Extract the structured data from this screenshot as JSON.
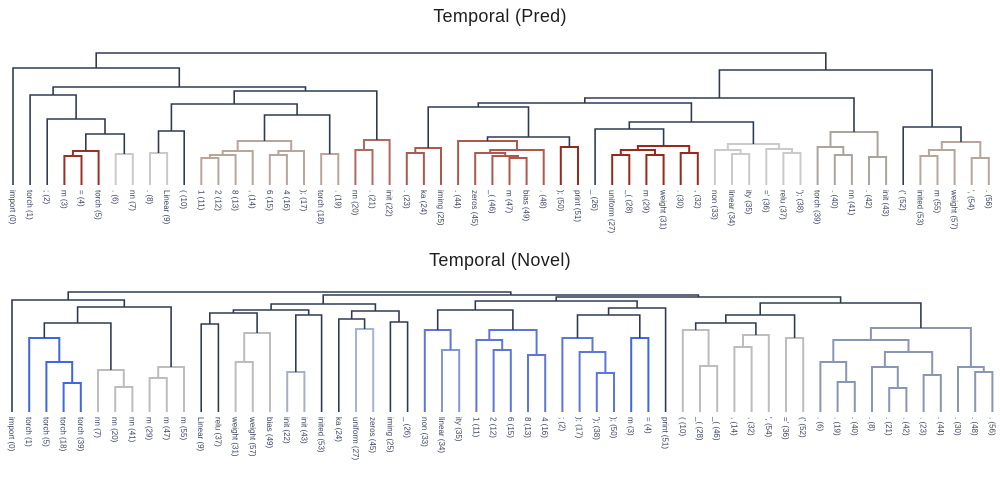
{
  "figure": {
    "background": "#ffffff"
  },
  "colors": {
    "navy": "#2e3a50",
    "red": "#9f2d24",
    "darkred": "#962a1d",
    "rosy": "#ad5a4d",
    "rosy2": "#ae6a5e",
    "tan": "#b6a69b",
    "gray2": "#aca59d",
    "lightgray": "#cbcac8",
    "blue": "#4066e0",
    "blue2": "#5d77d9",
    "periblue": "#8696d8",
    "periwinkle": "#a7b1dd",
    "lightslate": "#a7b0c5",
    "slate": "#8b96b4",
    "gray": "#bdbdbd",
    "label_color": "#3d4760",
    "title_color": "#1e1e1e"
  },
  "chart_data": [
    {
      "type": "dendrogram",
      "title": "Temporal (Pred)",
      "orientation": "top",
      "legend": "none",
      "grid": false,
      "leaves": [
        "import (0)",
        "torch (1)",
        "; (2)",
        "m (3)",
        "= (4)",
        "torch (5)",
        ". (6)",
        "nn (7)",
        ". (8)",
        "Linear (9)",
        "( (10)",
        "1 (11)",
        "2 (12)",
        "8 (13)",
        ", (14)",
        "6 (15)",
        "4 (16)",
        "); (17)",
        "torch (18)",
        ". (19)",
        "nn (20)",
        ". (21)",
        "init (22)",
        ". (23)",
        "ka (24)",
        "iming (25)",
        ". (44)",
        "zeros (45)",
        "_( (46)",
        "m (47)",
        "bias (49)",
        ". (48)",
        "); (50)",
        "print (51)",
        "_ (26)",
        "uniform (27)",
        "_( (28)",
        "m (29)",
        "weight (31)",
        ". (30)",
        ", (32)",
        "non (33)",
        "linear (34)",
        "ity (35)",
        "=' (36)",
        "relu (37)",
        "'); (38)",
        "torch (39)",
        ". (40)",
        "nn (41)",
        ". (42)",
        "init (43)",
        "(' (52)",
        "inited (53)",
        "m (55)",
        "weight (57)",
        "', (54)",
        ". (56)"
      ],
      "linkage": [
        "navy",
        53,
        [
          "navy",
          68,
          0,
          [
            "navy",
            87,
            [
              "navy",
              95,
              1,
              [
                "navy",
                119,
                2,
                [
                  "navy",
                  134,
                  [
                    "red",
                    151,
                    [
                      "red",
                      156,
                      3,
                      4
                    ],
                    5
                  ],
                  [
                    "lightgray",
                    154,
                    6,
                    7
                  ]
                ]
              ]
            ],
            [
              "navy",
              91,
              [
                "navy",
                104,
                [
                  "navy",
                  131,
                  [
                    "lightgray",
                    153,
                    8,
                    9
                  ],
                  10
                ],
                [
                  "navy",
                  115,
                  [
                    "tan",
                    141,
                    [
                      "tan",
                      151,
                      [
                        "tan",
                        155,
                        [
                          "tan",
                          158,
                          11,
                          12
                        ],
                        13
                      ],
                      14
                    ],
                    [
                      "tan",
                      151,
                      [
                        "tan",
                        155,
                        15,
                        16
                      ],
                      17
                    ]
                  ],
                  [
                    "tan",
                    154,
                    18,
                    19
                  ]
                ]
              ],
              [
                "rosy2",
                140,
                [
                  "rosy2",
                  150,
                  20,
                  21
                ],
                22
              ]
            ]
          ]
        ],
        [
          "navy",
          70,
          [
            "navy",
            98,
            [
              "navy",
              103,
              [
                "navy",
                107,
                [
                  "rosy",
                  148,
                  [
                    "rosy",
                    153,
                    23,
                    24
                  ],
                  25
                ],
                [
                  "navy",
                  137,
                  [
                    "rosy",
                    141,
                    26,
                    [
                      "rosy",
                      150,
                      [
                        "rosy",
                        153,
                        27,
                        [
                          "rosy",
                          156,
                          28,
                          [
                            "rosy",
                            158,
                            29,
                            30
                          ]
                        ]
                      ],
                      31
                    ]
                  ],
                  [
                    "darkred",
                    147,
                    32,
                    33
                  ]
                ]
              ],
              [
                "navy",
                122,
                [
                  "navy",
                  129,
                  34,
                  [
                    "darkred",
                    146,
                    [
                      "darkred",
                      150,
                      [
                        "darkred",
                        155,
                        35,
                        36
                      ],
                      [
                        "darkred",
                        155,
                        37,
                        38
                      ]
                    ],
                    [
                      "darkred",
                      153,
                      39,
                      40
                    ]
                  ]
                ],
                [
                  "lightgray",
                  144,
                  [
                    "lightgray",
                    150,
                    41,
                    [
                      "lightgray",
                      154,
                      42,
                      43
                    ]
                  ],
                  [
                    "lightgray",
                    149,
                    44,
                    [
                      "lightgray",
                      153,
                      45,
                      46
                    ]
                  ]
                ]
              ]
            ],
            [
              "gray2",
              132,
              [
                "gray2",
                147,
                47,
                [
                  "gray2",
                  155,
                  48,
                  49
                ]
              ],
              [
                "gray2",
                157,
                50,
                51
              ]
            ]
          ],
          [
            "navy",
            127,
            52,
            [
              "tan",
              142,
              [
                "tan",
                150,
                [
                  "tan",
                  156,
                  53,
                  54
                ],
                55
              ],
              [
                "tan",
                158,
                56,
                57
              ]
            ]
          ]
        ]
      ]
    },
    {
      "type": "dendrogram",
      "title": "Temporal (Novel)",
      "orientation": "top",
      "legend": "none",
      "grid": false,
      "leaves": [
        "import (0)",
        "torch (1)",
        "torch (5)",
        "torch (18)",
        "torch (39)",
        "nn (7)",
        "nn (20)",
        "nn (41)",
        "m (29)",
        "m (47)",
        "m (55)",
        "Linear (9)",
        "relu (37)",
        "weight (31)",
        "weight (57)",
        "bias (49)",
        "init (22)",
        "init (43)",
        "inited (53)",
        "ka (24)",
        "uniform (27)",
        "zeros (45)",
        "iming (25)",
        "_ (26)",
        "non (33)",
        "linear (34)",
        "ity (35)",
        "1 (11)",
        "2 (12)",
        "6 (15)",
        "8 (13)",
        "4 (16)",
        "; (2)",
        "); (17)",
        "'); (38)",
        "); (50)",
        "m (3)",
        "= (4)",
        "print (51)",
        "( (10)",
        "_( (28)",
        "_( (46)",
        ", (14)",
        ", (32)",
        "', (54)",
        "=' (36)",
        "(' (52)",
        ". (6)",
        ". (19)",
        ". (40)",
        ". (8)",
        ". (21)",
        ". (42)",
        ". (23)",
        ". (44)",
        ". (30)",
        ". (48)",
        ". (56)"
      ],
      "linkage": [
        "navy",
        292,
        [
          "navy",
          300,
          0,
          [
            "navy",
            307,
            [
              "navy",
              323,
              [
                "blue",
                338,
                1,
                [
                  "blue",
                  362,
                  2,
                  [
                    "blue",
                    383,
                    3,
                    4
                  ]
                ]
              ],
              [
                "gray",
                370,
                5,
                [
                  "gray",
                  387,
                  6,
                  7
                ]
              ]
            ],
            [
              "gray",
              367,
              [
                "gray",
                378,
                8,
                9
              ],
              10
            ]
          ]
        ],
        [
          "navy",
          295,
          [
            "navy",
            304,
            [
              "navy",
              310,
              [
                "navy",
                313,
                [
                  "navy",
                  324,
                  11,
                  12
                ],
                [
                  "gray",
                  333,
                  [
                    "gray",
                    362,
                    13,
                    14
                  ],
                  15
                ]
              ],
              [
                "navy",
                315,
                [
                  "lightslate",
                  372,
                  16,
                  17
                ],
                18
              ]
            ],
            [
              "navy",
              311,
              [
                "navy",
                319,
                19,
                [
                  "periwinkle",
                  329,
                  20,
                  21
                ]
              ],
              [
                "navy",
                322,
                22,
                23
              ]
            ]
          ],
          [
            "navy",
            297,
            [
              "navy",
              301,
              [
                "navy",
                310,
                [
                  "blue2",
                  330,
                  24,
                  [
                    "periblue",
                    350,
                    25,
                    26
                  ]
                ],
                [
                  "blue2",
                  330,
                  [
                    "blue2",
                    340,
                    27,
                    [
                      "blue2",
                      350,
                      28,
                      29
                    ]
                  ],
                  [
                    "blue2",
                    355,
                    30,
                    31
                  ]
                ]
              ],
              [
                "navy",
                308,
                [
                  "navy",
                  315,
                  [
                    "blue2",
                    338,
                    32,
                    [
                      "blue2",
                      352,
                      33,
                      [
                        "blue2",
                        373,
                        34,
                        35
                      ]
                    ]
                  ],
                  [
                    "blue",
                    338,
                    36,
                    37
                  ]
                ],
                38
              ]
            ],
            [
              "navy",
              303,
              [
                "navy",
                315,
                [
                  "navy",
                  323,
                  [
                    "gray",
                    330,
                    39,
                    [
                      "gray",
                      366,
                      40,
                      41
                    ]
                  ],
                  [
                    "gray",
                    335,
                    [
                      "gray",
                      347,
                      42,
                      43
                    ],
                    44
                  ]
                ],
                [
                  "gray",
                  338,
                  45,
                  46
                ]
              ],
              [
                "slate",
                328,
                [
                  "slate",
                  340,
                  [
                    "slate",
                    362,
                    47,
                    [
                      "slate",
                      382,
                      48,
                      49
                    ]
                  ],
                  [
                    "slate",
                    352,
                    [
                      "slate",
                      367,
                      50,
                      [
                        "slate",
                        388,
                        51,
                        52
                      ]
                    ],
                    [
                      "slate",
                      375,
                      53,
                      54
                    ]
                  ]
                ],
                [
                  "slate",
                  367,
                  55,
                  [
                    "slate",
                    372,
                    56,
                    57
                  ]
                ]
              ]
            ]
          ]
        ]
      ]
    }
  ]
}
